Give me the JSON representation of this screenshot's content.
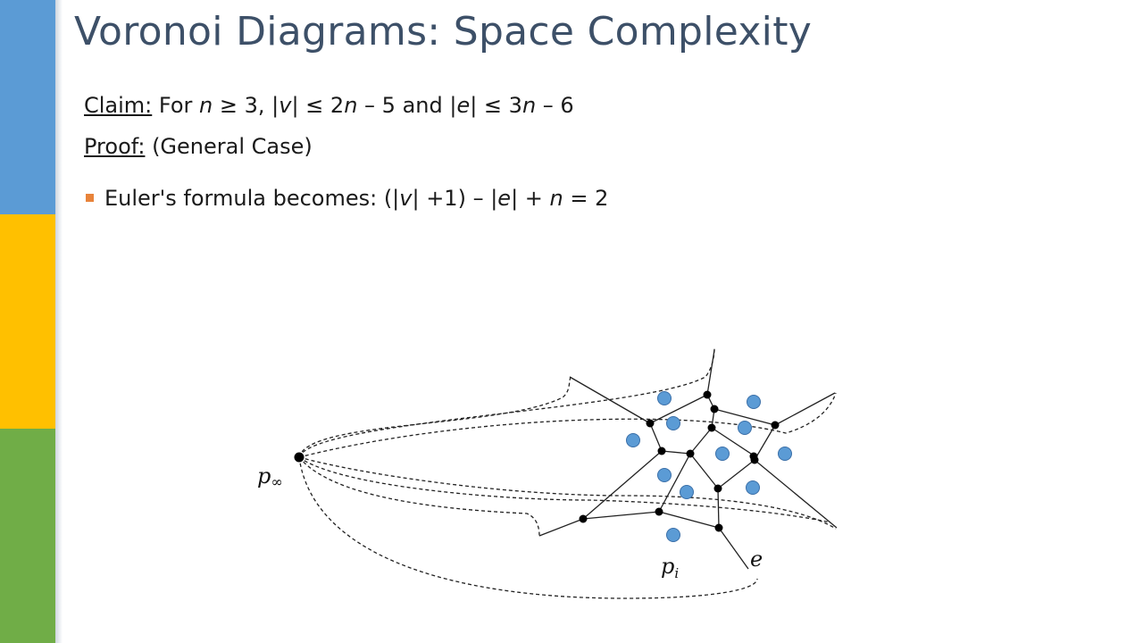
{
  "colors": {
    "sidebar_blue": "#5b9bd5",
    "sidebar_yellow": "#ffc000",
    "sidebar_green": "#70ad47",
    "title": "#3d5068",
    "bullet_marker": "#e8833a",
    "site_fill": "#5b9bd5",
    "vertex_fill": "#000000"
  },
  "slide": {
    "title": "Voronoi Diagrams: Space Complexity",
    "claim": {
      "label": "Claim:",
      "t1": "For ",
      "n1": "n",
      "t2": " ≥ 3, |",
      "v1": "v",
      "t3": "| ≤ 2",
      "n2": "n",
      "t4": " – 5 and |",
      "e1": "e",
      "t5": "| ≤ 3",
      "n3": "n",
      "t6": " – 6"
    },
    "proof": {
      "label": "Proof:",
      "text": " (General Case)"
    },
    "bullet": {
      "icon": "square-bullet",
      "t1": "Euler's formula becomes:  (|",
      "v": "v",
      "t2": "| +1) – |",
      "e": "e",
      "t3": "| + ",
      "n": "n",
      "t4": " = 2"
    }
  },
  "diagram": {
    "labels": {
      "p_infinity_base": "p",
      "p_infinity_sub": "∞",
      "p_i_base": "p",
      "p_i_sub": "i",
      "e": "e"
    }
  }
}
